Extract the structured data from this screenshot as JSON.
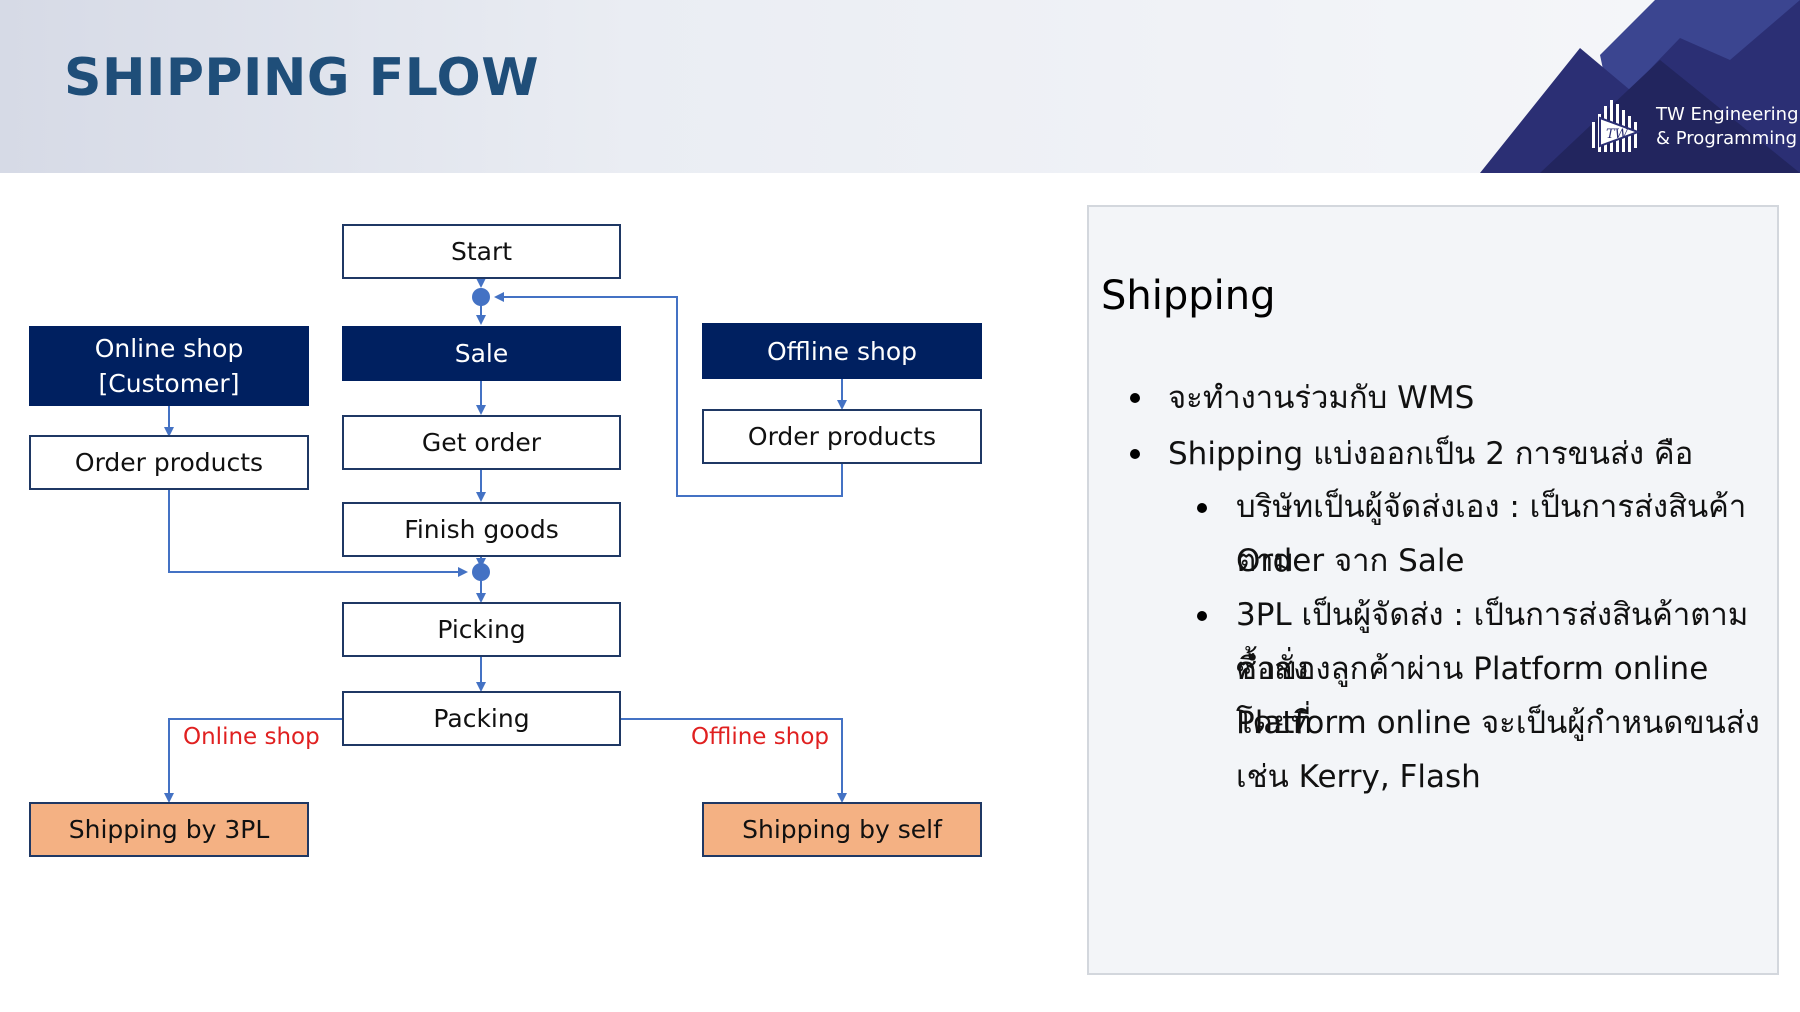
{
  "header": {
    "title": "SHIPPING FLOW",
    "logo_line1": "TW Engineering",
    "logo_line2": "& Programming",
    "logo_mark": "TW"
  },
  "diagram": {
    "nodes": {
      "start": "Start",
      "sale": "Sale",
      "get_order": "Get order",
      "finish_goods": "Finish goods",
      "picking": "Picking",
      "packing": "Packing",
      "online_shop_line1": "Online shop",
      "online_shop_line2": "[Customer]",
      "order_products_online": "Order products",
      "offline_shop": "Offline shop",
      "order_products_offline": "Order products",
      "shipping_3pl": "Shipping by 3PL",
      "shipping_self": "Shipping by self"
    },
    "edge_labels": {
      "online": "Online shop",
      "offline": "Offline shop"
    },
    "colors": {
      "dark": "#002060",
      "orange": "#f4b183",
      "line": "#4472c4",
      "label": "#e02020"
    }
  },
  "panel": {
    "title": "Shipping",
    "bullets": [
      "จะทำงานร่วมกับ WMS",
      "Shipping แบ่งออกเป็น 2 การขนส่ง คือ"
    ],
    "sub_bullets": [
      {
        "line1": "บริษัทเป็นผู้จัดส่งเอง : เป็นการส่งสินค้าตาม",
        "line2": "Order จาก Sale"
      },
      {
        "line1": "3PL เป็นผู้จัดส่ง : เป็นการส่งสินค้าตามคำสั่ง",
        "line2": "ซื้อของลูกค้าผ่าน Platform online โดยที่",
        "line3": "Platform online จะเป็นผู้กำหนดขนส่ง",
        "line4": "เช่น Kerry, Flash"
      }
    ]
  }
}
